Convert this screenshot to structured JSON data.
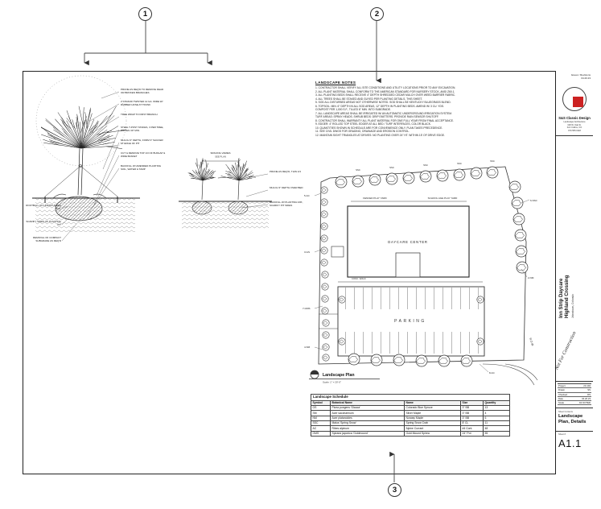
{
  "colors": {
    "accent_red": "#cc2222",
    "line": "#222222"
  },
  "callouts": {
    "c1": "1",
    "c2": "2",
    "c3": "3"
  },
  "tree_detail": {
    "right_notes": [
      "PRUNE AS REQ'D TO REMOVE DEAD OR BROKEN BRANCHES",
      "2 STRAND TWISTED 12 GA. WIRE W/ RUBBER HOSE AT TRUNK",
      "TREE WRAP TO FIRST BRANCH",
      "STEEL T-POST STAKES, 3 PER TREE, DRIVEN 30\" MIN.",
      "MULCH 3\" DEPTH, FORM 3\" SAUCER AT EDGE OF PIT",
      "CUT & REMOVE TOP 1/3 OF BURLAP & WIRE BASKET",
      "BACKFILL W/ AMENDED PLANTING SOIL, WATER & TAMP"
    ],
    "left_notes": [
      "ROOTBALL ON UNDISTURBED SOIL",
      "SCARIFY SIDES OF PLANTING PIT",
      "REMOVAL OF COMPACT SUBGRADE AS REQ'D"
    ]
  },
  "shrub_detail": {
    "dim_label_1": "SPACING VARIES",
    "dim_label_2": "SEE PLAN",
    "notes": [
      "PRUNE AS REQ'D, THIN 1/3",
      "MULCH 3\" DEPTH OVER BED",
      "BACKFILL W/ PLANTING MIX, SCARIFY PIT SIDES"
    ]
  },
  "notes_block": {
    "title": "LANDSCAPE NOTES",
    "lines": [
      "1. CONTRACTOR SHALL VERIFY ALL SITE CONDITIONS AND UTILITY LOCATIONS PRIOR TO ANY EXCAVATION.",
      "2. ALL PLANT MATERIAL SHALL CONFORM TO THE AMERICAN STANDARD FOR NURSERY STOCK, ANSI Z60.1.",
      "3. ALL PLANTING BEDS SHALL RECEIVE 4\" DEPTH SHREDDED CEDAR MULCH OVER WEED BARRIER FABRIC.",
      "4. ALL TREES SHALL BE STAKED AND GUYED PER PLANTING DETAILS, THIS SHEET.",
      "5. SOD ALL DISTURBED AREAS NOT OTHERWISE NOTED. SOD SHALL BE KENTUCKY BLUEGRASS BLEND.",
      "6. TOPSOIL: MIN. 6\" DEPTH IN ALL SOD AREAS, 12\" DEPTH IN PLANTING BEDS. AMEND W/ 3 CU. YDS.",
      "    COMPOST PER 1,000 S.F., TILLED 6\" MIN. INTO SUBGRADE.",
      "7. ALL LANDSCAPE AREAS SHALL BE IRRIGATED W/ AN AUTOMATIC UNDERGROUND IRRIGATION SYSTEM.",
      "    TURF AREAS: SPRAY HEADS. SHRUB BEDS: DRIP EMITTERS. PROVIDE RAIN SENSOR SHUTOFF.",
      "8. CONTRACTOR SHALL WARRANTY ALL PLANT MATERIAL FOR ONE FULL YEAR FROM FINAL ACCEPTANCE.",
      "9. EDGER: 4\" ROLLED TOP STEEL EDGER AT ALL BED / TURF INTERFACES, COLOR BLACK.",
      "10. QUANTITIES SHOWN IN SCHEDULE ARE FOR CONVENIENCE ONLY. PLAN TAKES PRECEDENCE.",
      "11. SEE CIVIL DWGS FOR GRADING, DRAINAGE AND EROSION CONTROL.",
      "12. MAINTAIN SIGHT TRIANGLES AT DRIVES: NO PLANTING OVER 24\" HT. WITHIN 15' OF DRIVE EDGE."
    ]
  },
  "plan": {
    "building_label": "DAYCARE CENTER",
    "parking_label": "PARKING",
    "area_labels": [
      "FENCED PLAY YARD",
      "SCHOOL AGE PLAY YARD",
      "CONC. WALK"
    ],
    "row_label": "R.O.W.",
    "title": "Landscape Plan",
    "scale": "Scale: 1\" = 20'-0\"",
    "tags": {
      "ssc": "SSC"
    },
    "edge_labels": [
      "5-AC",
      "3-GS",
      "7-GMS",
      "4-SM",
      "2-NM",
      "6-SSC",
      "8-AC"
    ]
  },
  "schedule": {
    "title": "Landscape Schedule",
    "headers": [
      "Symbol",
      "Botanical Name",
      "Name",
      "Size",
      "Quantity"
    ],
    "rows": [
      [
        "GS",
        "Picea pungens 'Glauca'",
        "Colorado Blue Spruce",
        "3\" BB",
        "13"
      ],
      [
        "SM",
        "Acer saccharinum",
        "Silver Maple",
        "3\" BB",
        "4"
      ],
      [
        "NM",
        "Acer platanoides",
        "Norway Maple",
        "3\" BB",
        "6"
      ],
      [
        "SSC",
        "Malus 'Spring Snow'",
        "Spring Snow Crab",
        "8' CL",
        "11"
      ],
      [
        "AC",
        "Ribes alpinum",
        "Alpine Currant",
        "#4 Cont.",
        "48"
      ],
      [
        "GMS",
        "Spiraea japonica 'Goldmound'",
        "Gold Mound Spirea",
        "24\" Pot",
        "55"
      ]
    ]
  },
  "titleblock": {
    "rev1": "Issues / Revisions",
    "rev2": "04.20.23",
    "firm": "S&S Classic Design",
    "firm_sub": "Landscape Architecture",
    "address": "318 W. Oak St.\nFort Collins, CO\n970.555.0118",
    "project_line1": "Inn Strip Daycare",
    "project_line2": "Highland Crossing",
    "project_loc": "Johnstown, Colorado",
    "watermark": "Not For Construction",
    "info": [
      [
        "Project",
        "23-104"
      ],
      [
        "Drawn",
        "SS"
      ],
      [
        "Checked",
        "DS"
      ],
      [
        "Date",
        "04.20.23"
      ],
      [
        "Scale",
        "AS NOTED"
      ]
    ],
    "contents_label": "Sheet Contents",
    "sheet_title": "Landscape\nPlan, Details",
    "sheet_label": "Sheet #",
    "sheet_number": "A1.1"
  }
}
